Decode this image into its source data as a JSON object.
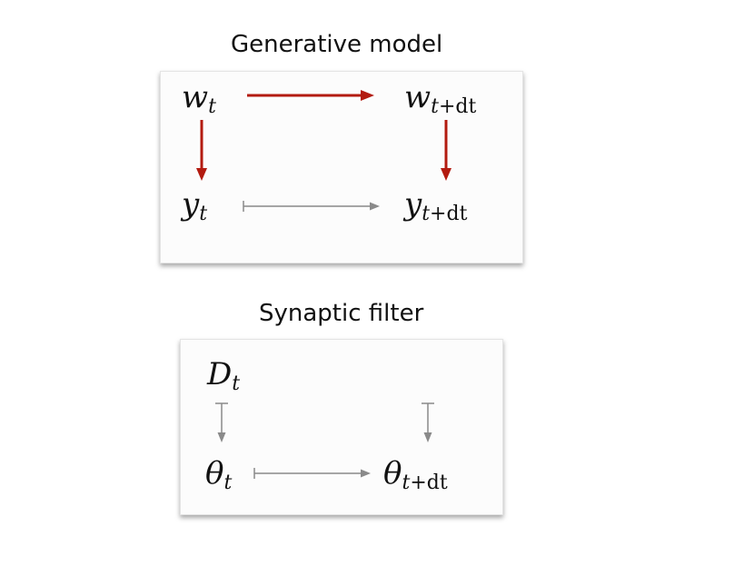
{
  "generative_model": {
    "title": "Generative model",
    "w_t": "w",
    "w_t_sub": "t",
    "w_tdt": "w",
    "w_tdt_sub_t": "t+",
    "w_tdt_sub_dt": "dt",
    "y_t": "y",
    "y_t_sub": "t",
    "y_tdt": "y",
    "y_tdt_sub_t": "t+",
    "y_tdt_sub_dt": "dt"
  },
  "synaptic_filter": {
    "title": "Synaptic filter",
    "D_t": "D",
    "D_t_sub": "t",
    "theta_t": "θ",
    "theta_t_sub": "t",
    "theta_tdt": "θ",
    "theta_tdt_sub_t": "t+",
    "theta_tdt_sub_dt": "dt"
  },
  "colors": {
    "causal_arrow": "#b31b10",
    "map_arrow": "#8a8a8a"
  }
}
